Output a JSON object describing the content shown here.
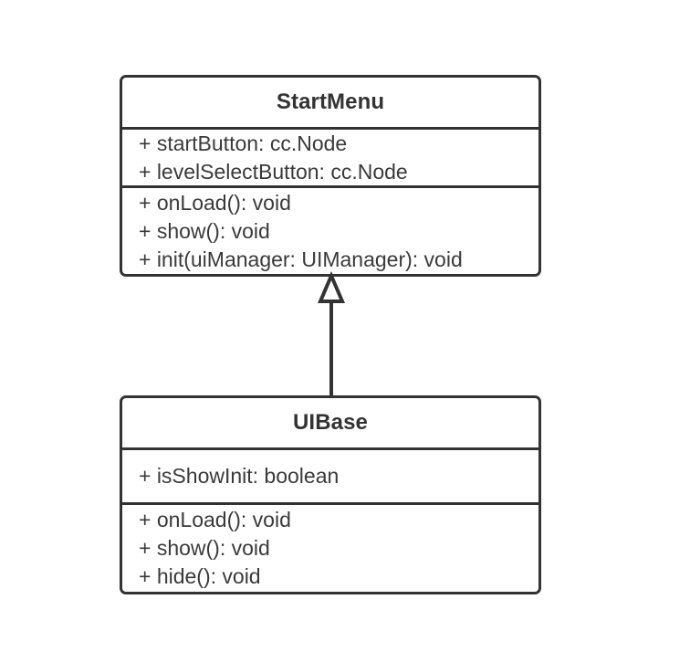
{
  "diagram": {
    "type": "uml-class-diagram",
    "background_color": "#ffffff",
    "stroke_color": "#333333",
    "text_color": "#3a3a3a",
    "classes": [
      {
        "id": "startmenu",
        "name": "StartMenu",
        "attributes": [
          "+ startButton: cc.Node",
          "+ levelSelectButton: cc.Node"
        ],
        "methods": [
          "+ onLoad(): void",
          "+ show(): void",
          "+ init(uiManager: UIManager): void"
        ]
      },
      {
        "id": "uibase",
        "name": "UIBase",
        "attributes": [
          "+ isShowInit: boolean"
        ],
        "methods": [
          "+ onLoad(): void",
          "+ show(): void",
          "+ hide(): void"
        ]
      }
    ],
    "relationships": [
      {
        "kind": "generalization",
        "label": "",
        "from": "UIBase",
        "to": "StartMenu",
        "arrowhead": "hollow-triangle"
      }
    ]
  }
}
